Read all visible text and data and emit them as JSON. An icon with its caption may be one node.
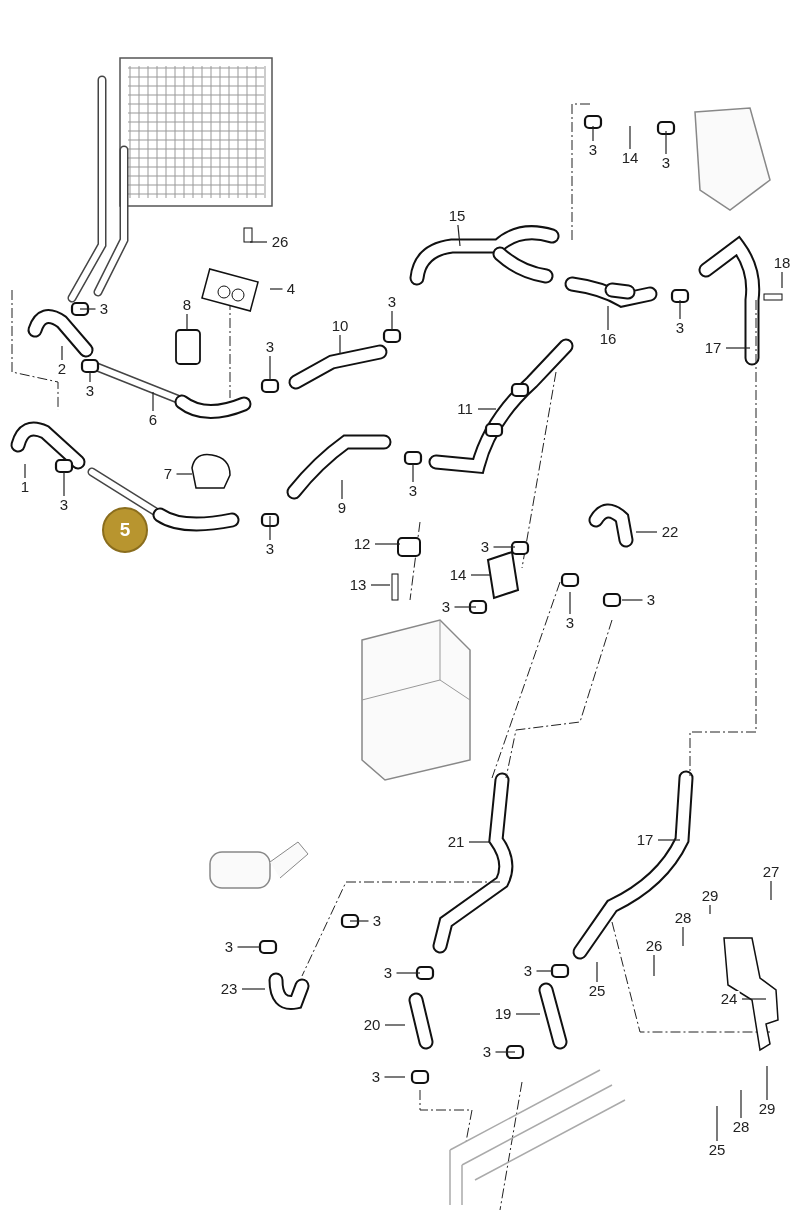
{
  "diagram": {
    "nodes": [
      {
        "text": [
          "26"
        ]
      },
      {
        "text": [
          "3"
        ]
      },
      {
        "text": [
          "14"
        ]
      },
      {
        "text": [
          "3"
        ]
      },
      {
        "text": [
          "15"
        ]
      },
      {
        "text": [
          "4"
        ]
      },
      {
        "text": [
          "18"
        ]
      },
      {
        "text": [
          "3"
        ]
      },
      {
        "text": [
          "8"
        ]
      },
      {
        "text": [
          "3"
        ]
      },
      {
        "text": [
          "16"
        ]
      },
      {
        "text": [
          "3"
        ]
      },
      {
        "text": [
          "10"
        ]
      },
      {
        "text": [
          "17"
        ]
      },
      {
        "text": [
          "3"
        ]
      },
      {
        "text": [
          "2"
        ]
      },
      {
        "text": [
          "3"
        ]
      },
      {
        "text": [
          "6"
        ]
      },
      {
        "text": [
          "11"
        ]
      },
      {
        "text": [
          "7"
        ]
      },
      {
        "text": [
          "1"
        ]
      },
      {
        "text": [
          "3"
        ]
      },
      {
        "text": [
          "9"
        ]
      },
      {
        "text": [
          "3"
        ]
      },
      {
        "text": [
          "5"
        ]
      },
      {
        "text": [
          "3"
        ]
      },
      {
        "text": [
          "22"
        ]
      },
      {
        "text": [
          "12"
        ]
      },
      {
        "text": [
          "3"
        ]
      },
      {
        "text": [
          "14"
        ]
      },
      {
        "text": [
          "13"
        ]
      },
      {
        "text": [
          "3"
        ]
      },
      {
        "text": [
          "3"
        ]
      },
      {
        "text": [
          "3"
        ]
      },
      {
        "text": [
          "21"
        ]
      },
      {
        "text": [
          "17"
        ]
      },
      {
        "text": [
          "27"
        ]
      },
      {
        "text": [
          "29"
        ]
      },
      {
        "text": [
          "3"
        ]
      },
      {
        "text": [
          "28"
        ]
      },
      {
        "text": [
          "26"
        ]
      },
      {
        "text": [
          "3"
        ]
      },
      {
        "text": [
          "3"
        ]
      },
      {
        "text": [
          "3"
        ]
      },
      {
        "text": [
          "25"
        ]
      },
      {
        "text": [
          "23"
        ]
      },
      {
        "text": [
          "24"
        ]
      },
      {
        "text": [
          "19"
        ]
      },
      {
        "text": [
          "20"
        ]
      },
      {
        "text": [
          "3"
        ]
      },
      {
        "text": [
          "3"
        ]
      },
      {
        "text": [
          "29"
        ]
      },
      {
        "text": [
          "28"
        ]
      },
      {
        "text": [
          "25"
        ]
      }
    ],
    "edges": [
      {
        "from": 0,
        "to": null,
        "arrow": "none"
      },
      {
        "from": 1,
        "to": null,
        "arrow": "none"
      },
      {
        "from": 2,
        "to": null,
        "arrow": "none"
      },
      {
        "from": 3,
        "to": null,
        "arrow": "none"
      },
      {
        "from": 4,
        "to": null,
        "arrow": "none"
      },
      {
        "from": 5,
        "to": null,
        "arrow": "none"
      },
      {
        "from": 6,
        "to": null,
        "arrow": "none"
      },
      {
        "from": 7,
        "to": null,
        "arrow": "none"
      },
      {
        "from": 8,
        "to": null,
        "arrow": "none"
      },
      {
        "from": 9,
        "to": null,
        "arrow": "none"
      },
      {
        "from": 10,
        "to": null,
        "arrow": "none"
      },
      {
        "from": 11,
        "to": null,
        "arrow": "none"
      },
      {
        "from": 12,
        "to": null,
        "arrow": "none"
      },
      {
        "from": 13,
        "to": null,
        "arrow": "none"
      },
      {
        "from": 14,
        "to": null,
        "arrow": "none"
      },
      {
        "from": 15,
        "to": null,
        "arrow": "none"
      },
      {
        "from": 16,
        "to": null,
        "arrow": "none"
      },
      {
        "from": 17,
        "to": null,
        "arrow": "none"
      },
      {
        "from": 18,
        "to": null,
        "arrow": "none"
      },
      {
        "from": 19,
        "to": null,
        "arrow": "none"
      },
      {
        "from": 20,
        "to": null,
        "arrow": "none"
      },
      {
        "from": 21,
        "to": null,
        "arrow": "none"
      },
      {
        "from": 22,
        "to": null,
        "arrow": "none"
      },
      {
        "from": 23,
        "to": null,
        "arrow": "none"
      },
      {
        "from": 25,
        "to": null,
        "arrow": "none"
      },
      {
        "from": 26,
        "to": null,
        "arrow": "none"
      },
      {
        "from": 27,
        "to": null,
        "arrow": "none"
      },
      {
        "from": 28,
        "to": null,
        "arrow": "none"
      },
      {
        "from": 29,
        "to": null,
        "arrow": "none"
      },
      {
        "from": 30,
        "to": null,
        "arrow": "none"
      },
      {
        "from": 31,
        "to": null,
        "arrow": "none"
      },
      {
        "from": 32,
        "to": null,
        "arrow": "none"
      },
      {
        "from": 33,
        "to": null,
        "arrow": "none"
      },
      {
        "from": 34,
        "to": null,
        "arrow": "none"
      },
      {
        "from": 35,
        "to": null,
        "arrow": "none"
      },
      {
        "from": 36,
        "to": null,
        "arrow": "none"
      },
      {
        "from": 37,
        "to": null,
        "arrow": "none"
      },
      {
        "from": 38,
        "to": null,
        "arrow": "none"
      },
      {
        "from": 39,
        "to": null,
        "arrow": "none"
      },
      {
        "from": 40,
        "to": null,
        "arrow": "none"
      },
      {
        "from": 41,
        "to": null,
        "arrow": "none"
      },
      {
        "from": 42,
        "to": null,
        "arrow": "none"
      },
      {
        "from": 43,
        "to": null,
        "arrow": "none"
      },
      {
        "from": 44,
        "to": null,
        "arrow": "none"
      },
      {
        "from": 45,
        "to": null,
        "arrow": "none"
      },
      {
        "from": 46,
        "to": null,
        "arrow": "none"
      },
      {
        "from": 47,
        "to": null,
        "arrow": "none"
      },
      {
        "from": 48,
        "to": null,
        "arrow": "none"
      },
      {
        "from": 49,
        "to": null,
        "arrow": "none"
      },
      {
        "from": 50,
        "to": null,
        "arrow": "none"
      },
      {
        "from": 51,
        "to": null,
        "arrow": "none"
      },
      {
        "from": 52,
        "to": null,
        "arrow": "none"
      },
      {
        "from": 53,
        "to": null,
        "arrow": "none"
      }
    ]
  }
}
